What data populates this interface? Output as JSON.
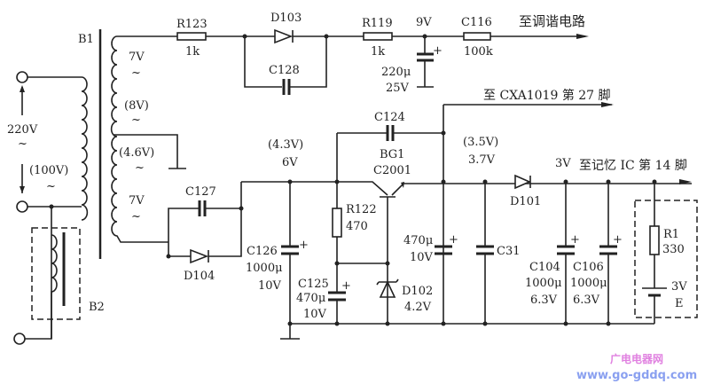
{
  "labels": {
    "B1": "B1",
    "B2": "B2",
    "v220": "220V",
    "v100": "(100V)",
    "tilde": "~",
    "sec7a": "7V",
    "sec8": "(8V)",
    "sec46": "(4.6V)",
    "sec7b": "7V",
    "R123": "R123",
    "R123v": "1k",
    "D103": "D103",
    "C128": "C128",
    "R119": "R119",
    "R119v": "1k",
    "v9": "9V",
    "C116": "C116",
    "C116v": "100k",
    "to_tuning": "至调谐电路",
    "c220a": "220μ",
    "c220b": "25V",
    "to_cxa": "至 CXA1019 第 27 脚",
    "C124": "C124",
    "BG1": "BG1",
    "C2001": "C2001",
    "v43": "(4.3V)",
    "v6": "6V",
    "v35": "(3.5V)",
    "v37": "3.7V",
    "v3": "3V",
    "to_mem": "至记忆 IC 第 14 脚",
    "C127": "C127",
    "D104": "D104",
    "C126": "C126",
    "C126v": "1000μ",
    "C126u": "10V",
    "R122": "R122",
    "R122v": "470",
    "C125": "C125",
    "C125v": "470μ",
    "C125u": "10V",
    "D102": "D102",
    "D102v": "4.2V",
    "c470a": "470μ",
    "c470b": "10V",
    "C31": "C31",
    "D101": "D101",
    "C104": "C104",
    "C104v": "1000μ",
    "C104u": "6.3V",
    "C106": "C106",
    "C106v": "1000μ",
    "C106u": "6.3V",
    "R1": "R1",
    "R1v": "330",
    "bat_v": "3V",
    "E": "E",
    "plus": "+"
  },
  "watermark": {
    "line1": "广电电器网",
    "line2": "www.go-gddq.com"
  }
}
